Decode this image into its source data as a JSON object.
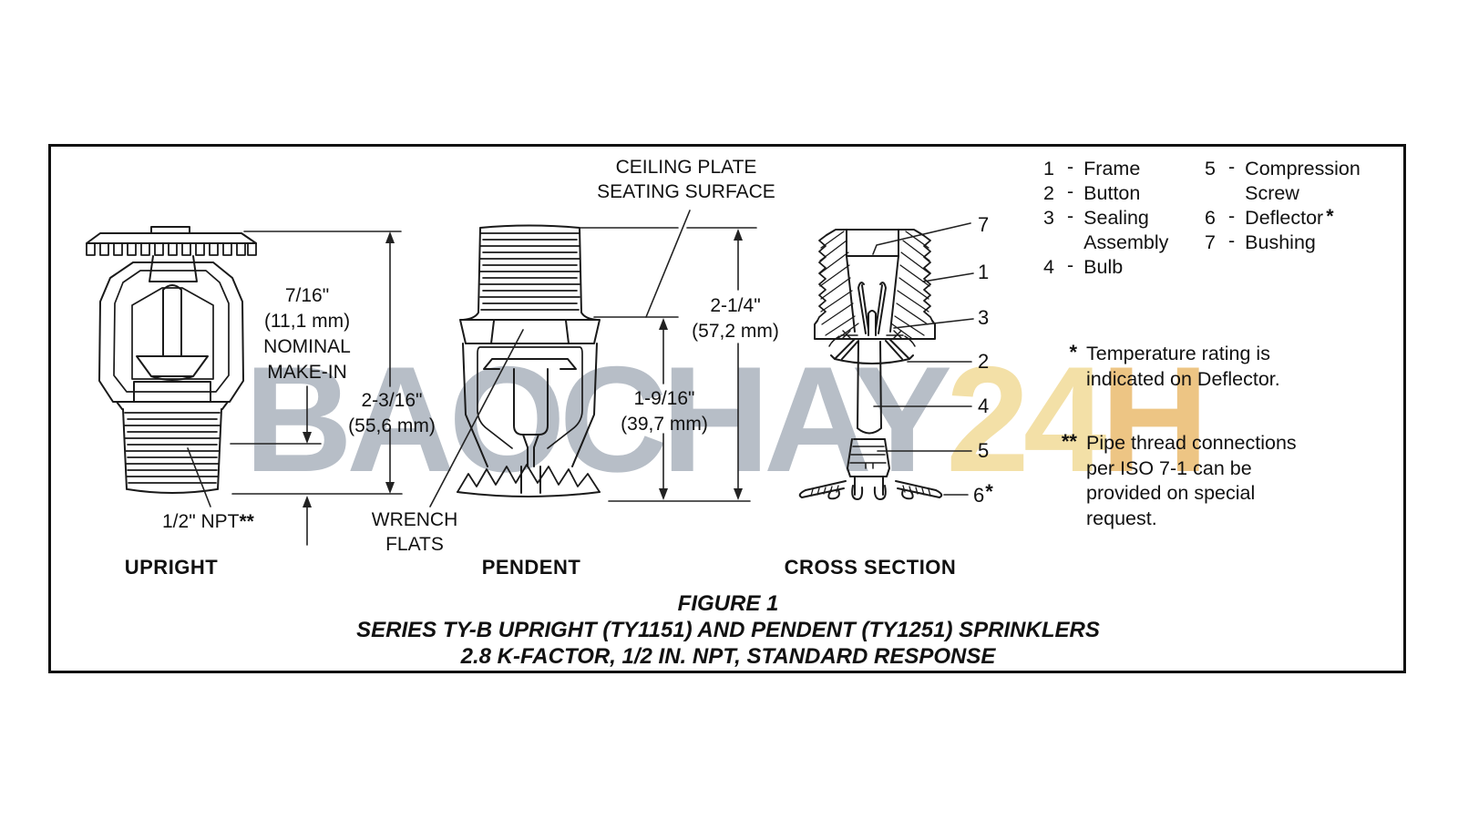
{
  "colors": {
    "line": "#1a1a1a",
    "dimension_line": "#222222",
    "text": "#111111",
    "border": "#111111",
    "watermark_gray": "#b7bec7",
    "watermark_cream": "#f3e0a7",
    "watermark_orange": "#edc584"
  },
  "watermark": {
    "gray_text": "BAOCHAY",
    "cream_text": "24",
    "orange_text": "H"
  },
  "upright": {
    "label": "UPRIGHT",
    "make_in": [
      "7/16\"",
      "(11,1 mm)",
      "NOMINAL",
      "MAKE-IN"
    ],
    "height": [
      "2-3/16\"",
      "(55,6 mm)"
    ],
    "thread_label": "1/2\" NPT",
    "thread_star": "**"
  },
  "pendent": {
    "label": "PENDENT",
    "ceiling": [
      "CEILING PLATE",
      "SEATING SURFACE"
    ],
    "overall": [
      "2-1/4\"",
      "(57,2 mm)"
    ],
    "partial": [
      "1-9/16\"",
      "(39,7 mm)"
    ],
    "wrench": [
      "WRENCH",
      "FLATS"
    ]
  },
  "cross_section": {
    "label": "CROSS SECTION"
  },
  "legend": {
    "dash": "-",
    "left": [
      {
        "num": "1",
        "label": "Frame"
      },
      {
        "num": "2",
        "label": "Button"
      },
      {
        "num": "3",
        "label": "Sealing\nAssembly"
      },
      {
        "num": "4",
        "label": "Bulb"
      }
    ],
    "right": [
      {
        "num": "5",
        "label": "Compression\nScrew"
      },
      {
        "num": "6",
        "label": "Deflector",
        "star": "*"
      },
      {
        "num": "7",
        "label": "Bushing"
      }
    ]
  },
  "callouts": [
    {
      "num": "7"
    },
    {
      "num": "1"
    },
    {
      "num": "3"
    },
    {
      "num": "2"
    },
    {
      "num": "4"
    },
    {
      "num": "5"
    },
    {
      "num": "6",
      "star": "*"
    }
  ],
  "notes": [
    {
      "marker": "*",
      "text": "Temperature rating is\nindicated on Deflector."
    },
    {
      "marker": "**",
      "text": "Pipe thread connections\nper ISO 7-1 can be\nprovided on special\nrequest."
    }
  ],
  "caption": [
    "FIGURE 1",
    "SERIES TY-B UPRIGHT (TY1151) AND PENDENT (TY1251) SPRINKLERS",
    "2.8 K-FACTOR, 1/2 IN. NPT, STANDARD RESPONSE"
  ]
}
